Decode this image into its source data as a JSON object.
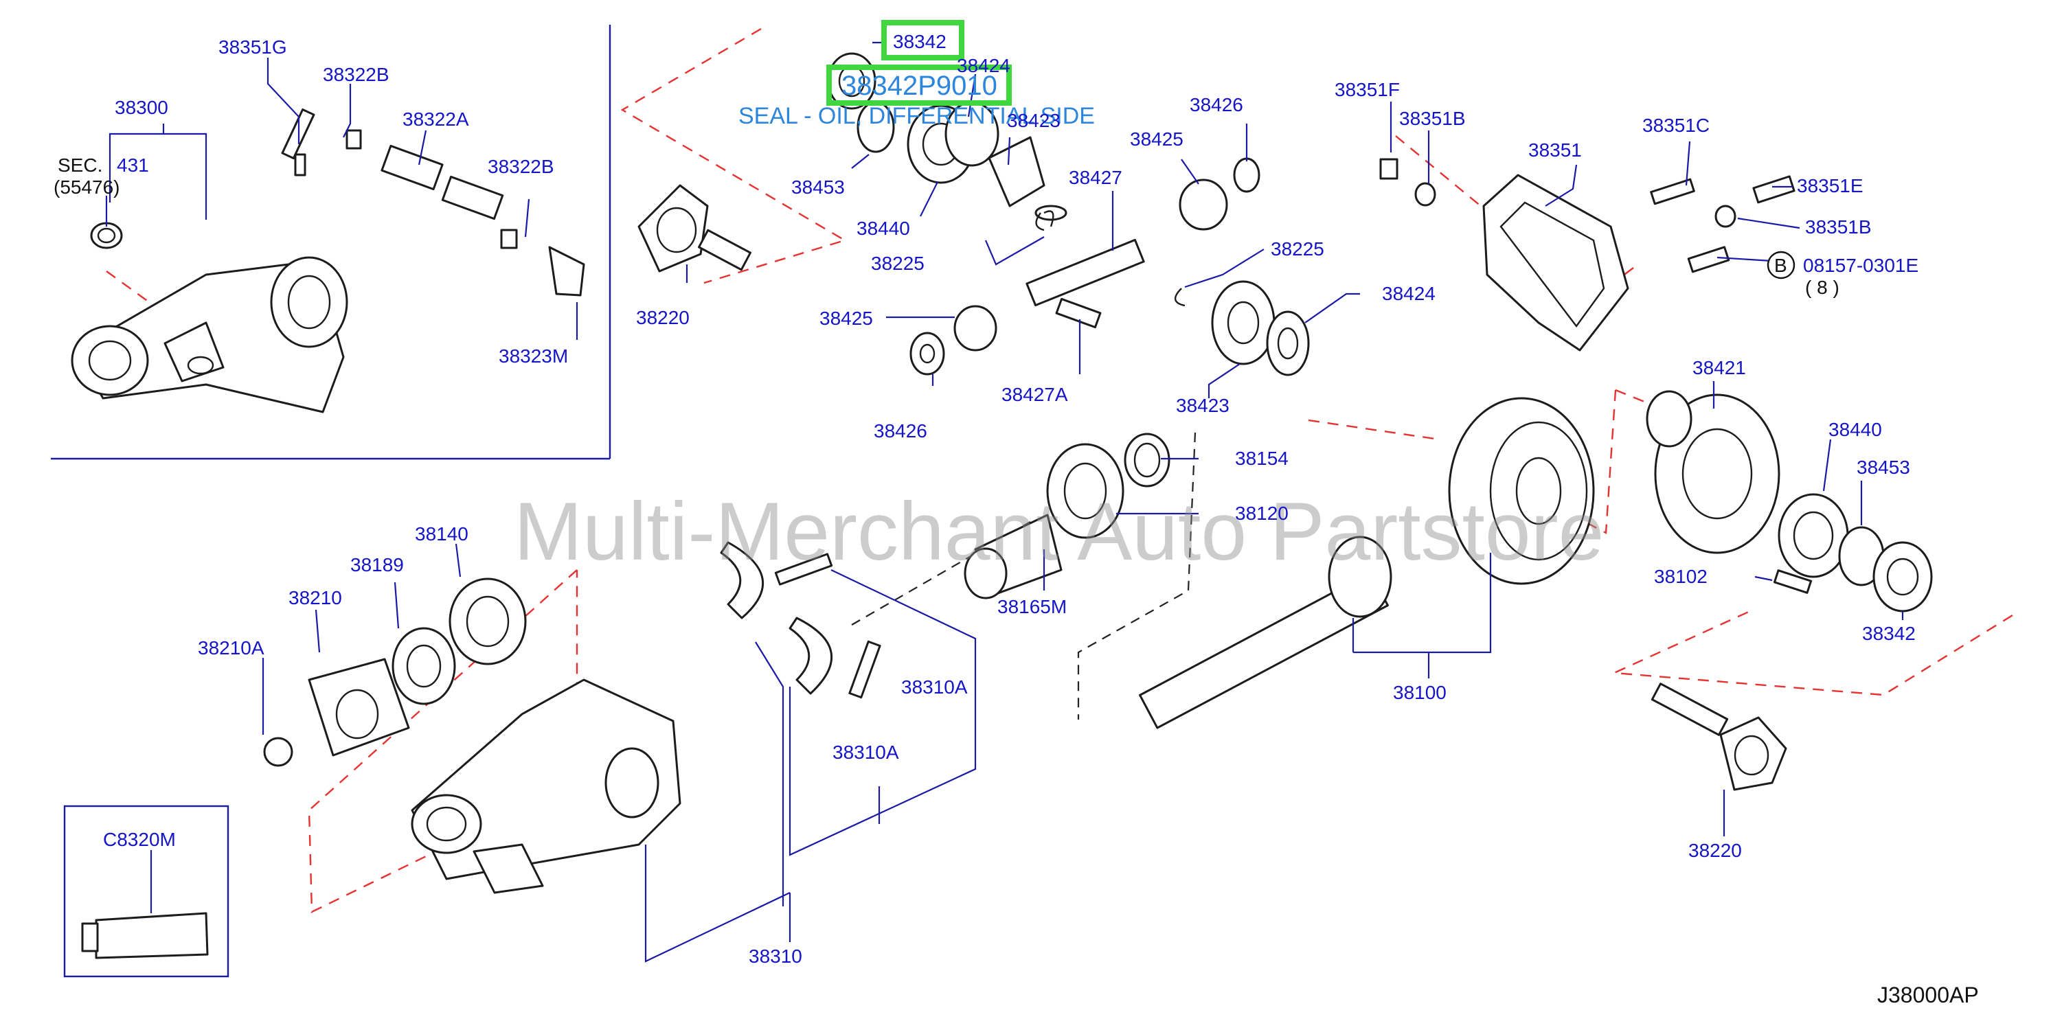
{
  "watermark": "Multi-Merchant Auto Partstore",
  "diagram_code": "J38000AP",
  "highlight": {
    "part_number": "38342",
    "part_number_full": "38342P9010",
    "description": "SEAL - OIL, DIFFERENTIAL SIDE"
  },
  "inset_assembly": {
    "assembly_label": "38300",
    "section_ref": {
      "prefix": "SEC.",
      "number": "431",
      "sub": "(55476)"
    }
  },
  "inset_tube": {
    "label": "C8320M"
  },
  "bolt_ref": {
    "circle": "B",
    "part": "08157-0301E",
    "qty": "( 8 )"
  },
  "labels": {
    "l38351G": "38351G",
    "l38322B_a": "38322B",
    "l38322A": "38322A",
    "l38322B_b": "38322B",
    "l38323M": "38323M",
    "l38424_top": "38424",
    "l38423_top": "38423",
    "l38453_top": "38453",
    "l38440_top": "38440",
    "l38225_top": "38225",
    "l38220_left": "38220",
    "l38427": "38427",
    "l38425_low": "38425",
    "l38426_low": "38426",
    "l38427A": "38427A",
    "l38426_top": "38426",
    "l38425_top": "38425",
    "l38225_mid": "38225",
    "l38424_mid": "38424",
    "l38423_mid": "38423",
    "l38351F": "38351F",
    "l38351B_a": "38351B",
    "l38351": "38351",
    "l38351C": "38351C",
    "l38351E": "38351E",
    "l38351B_b": "38351B",
    "l38154": "38154",
    "l38120": "38120",
    "l38165M": "38165M",
    "l38140": "38140",
    "l38189": "38189",
    "l38210": "38210",
    "l38210A": "38210A",
    "l38310A_a": "38310A",
    "l38310A_b": "38310A",
    "l38310": "38310",
    "l38100": "38100",
    "l38421": "38421",
    "l38440_right": "38440",
    "l38453_right": "38453",
    "l38102": "38102",
    "l38342_right": "38342",
    "l38220_right": "38220"
  },
  "colors": {
    "label_blue": "#1515c8",
    "note_blue": "#2d86dd",
    "highlight_green": "#3fd63f",
    "dash_red": "#e63232"
  }
}
